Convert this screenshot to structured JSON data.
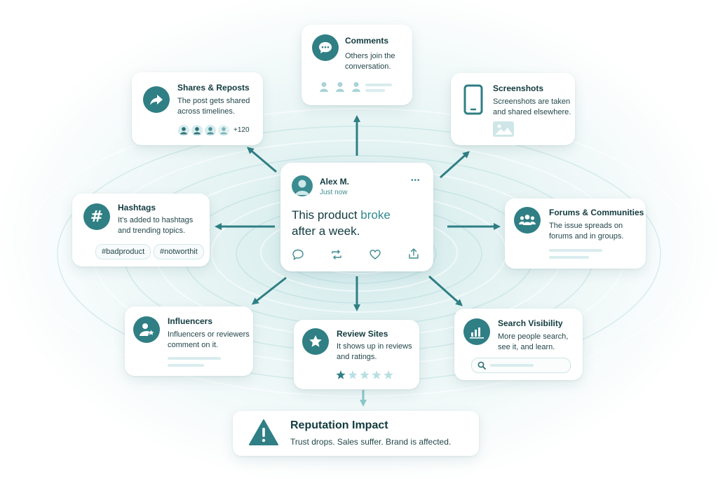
{
  "post": {
    "author": "Alex M.",
    "time": "Just now",
    "menu": "•••",
    "text_before": "This product ",
    "text_highlight": "broke",
    "text_after": "after a week."
  },
  "nodes": {
    "comments": {
      "title": "Comments",
      "desc_line1": "Others join the",
      "desc_line2": "conversation."
    },
    "shares": {
      "title": "Shares & Reposts",
      "desc_line1": "The post gets shared",
      "desc_line2": "across timelines.",
      "count": "+120"
    },
    "screenshots": {
      "title": "Screenshots",
      "desc_line1": "Screenshots are taken",
      "desc_line2": "and shared elsewhere."
    },
    "hashtags": {
      "title": "Hashtags",
      "desc_line1": "It's added to hashtags",
      "desc_line2": "and trending topics.",
      "tags": [
        "#badproduct",
        "#notworthit"
      ]
    },
    "forums": {
      "title": "Forums & Communities",
      "desc_line1": "The issue spreads on",
      "desc_line2": "forums and in groups."
    },
    "influencers": {
      "title": "Influencers",
      "desc_line1": "Influencers or reviewers",
      "desc_line2": "comment on it."
    },
    "reviews": {
      "title": "Review Sites",
      "desc_line1": "It shows up in reviews",
      "desc_line2": "and ratings.",
      "rating": 1,
      "rating_max": 5
    },
    "search": {
      "title": "Search Visibility",
      "desc_line1": "More people search,",
      "desc_line2": "see it, and learn."
    }
  },
  "outcome": {
    "title": "Reputation Impact",
    "desc": "Trust drops. Sales suffer. Brand is affected."
  },
  "colors": {
    "accent": "#2f7f84",
    "accent_dark": "#1f6a70",
    "warning_icon": "#2f7f84"
  }
}
